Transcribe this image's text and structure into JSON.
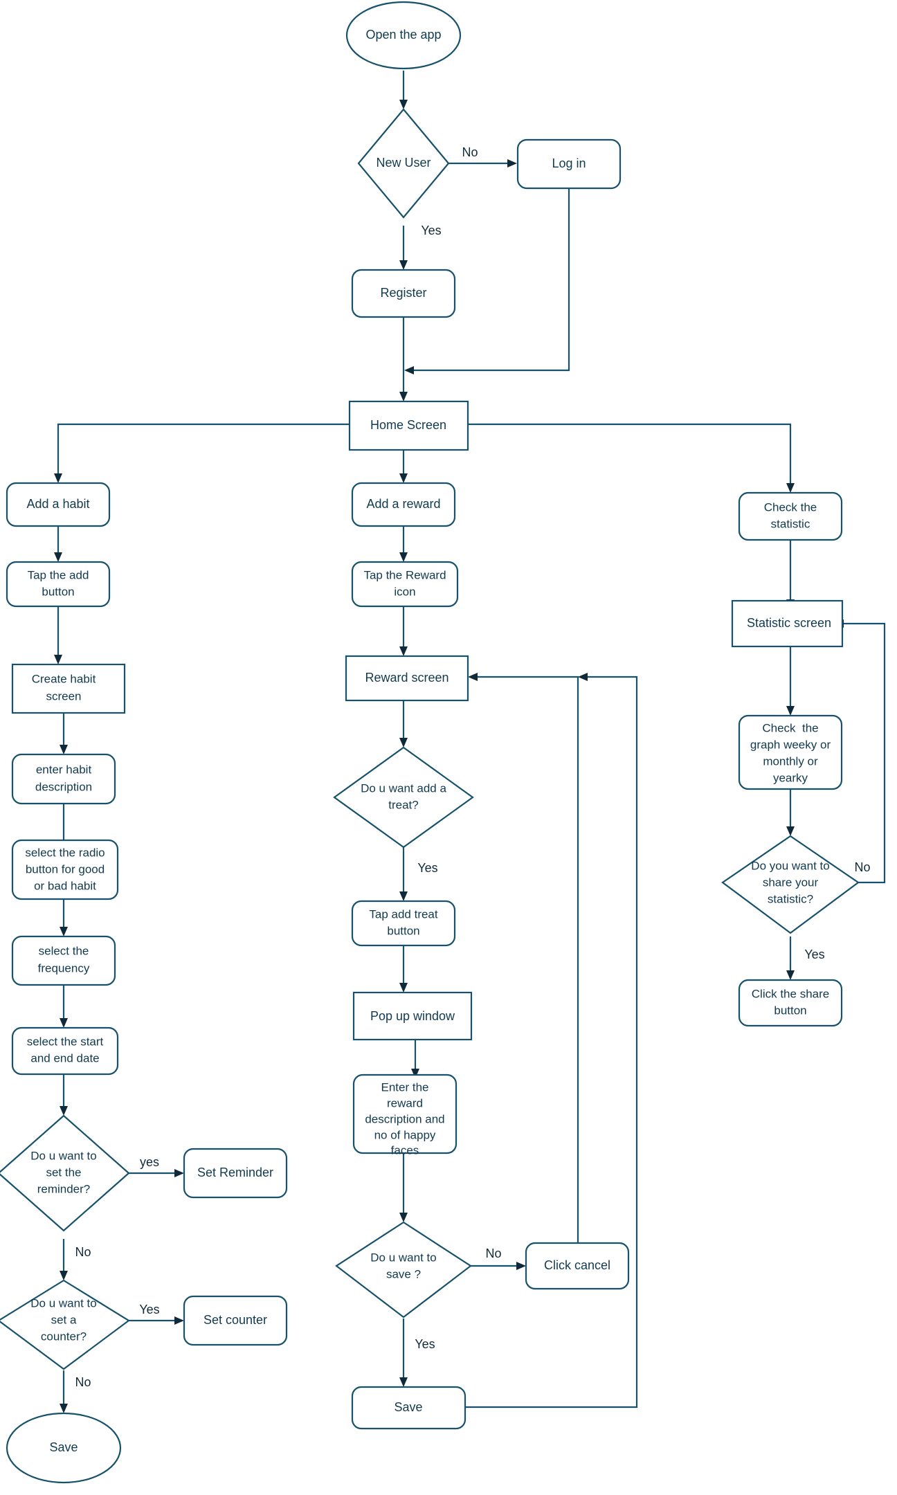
{
  "diagram": {
    "title": "Habit tracker app flowchart",
    "colors": {
      "stroke": "#16526b",
      "text": "#123a4f",
      "arrow": "#102a3a",
      "background": "#ffffff"
    },
    "nodes": {
      "open_app": {
        "label": "Open the app",
        "shape": "ellipse"
      },
      "new_user": {
        "label": "New User",
        "shape": "diamond"
      },
      "log_in": {
        "label": "Log in",
        "shape": "rounded-rect"
      },
      "register": {
        "label": "Register",
        "shape": "rounded-rect"
      },
      "home_screen": {
        "label": "Home Screen",
        "shape": "rect"
      },
      "add_habit": {
        "label": "Add a habit",
        "shape": "rounded-rect"
      },
      "tap_add_button_l1": {
        "label": "Tap the add",
        "shape": "rounded-rect"
      },
      "tap_add_button_l2": {
        "label": "button",
        "shape": "rounded-rect"
      },
      "create_habit_l1": {
        "label": "Create habit",
        "shape": "rect"
      },
      "create_habit_l2": {
        "label": "screen",
        "shape": "rect"
      },
      "enter_desc_l1": {
        "label": "enter habit",
        "shape": "rounded-rect"
      },
      "enter_desc_l2": {
        "label": "description",
        "shape": "rounded-rect"
      },
      "radio_l1": {
        "label": "select the radio",
        "shape": "rounded-rect"
      },
      "radio_l2": {
        "label": "button for good",
        "shape": "rounded-rect"
      },
      "radio_l3": {
        "label": "or bad habit",
        "shape": "rounded-rect"
      },
      "frequency_l1": {
        "label": "select the",
        "shape": "rounded-rect"
      },
      "frequency_l2": {
        "label": "frequency",
        "shape": "rounded-rect"
      },
      "dates_l1": {
        "label": "select the start",
        "shape": "rounded-rect"
      },
      "dates_l2": {
        "label": "and end date",
        "shape": "rounded-rect"
      },
      "reminder_q_l1": {
        "label": "Do u want to",
        "shape": "diamond"
      },
      "reminder_q_l2": {
        "label": "set the",
        "shape": "diamond"
      },
      "reminder_q_l3": {
        "label": "reminder?",
        "shape": "diamond"
      },
      "set_reminder": {
        "label": "Set Reminder",
        "shape": "rounded-rect"
      },
      "counter_q_l1": {
        "label": "Do u want to",
        "shape": "diamond"
      },
      "counter_q_l2": {
        "label": "set a",
        "shape": "diamond"
      },
      "counter_q_l3": {
        "label": "counter?",
        "shape": "diamond"
      },
      "set_counter": {
        "label": "Set counter",
        "shape": "rounded-rect"
      },
      "save_habit": {
        "label": "Save",
        "shape": "ellipse"
      },
      "add_reward": {
        "label": "Add a reward",
        "shape": "rounded-rect"
      },
      "tap_reward_icon_l1": {
        "label": "Tap the Reward",
        "shape": "rounded-rect"
      },
      "tap_reward_icon_l2": {
        "label": "icon",
        "shape": "rounded-rect"
      },
      "reward_screen": {
        "label": "Reward screen",
        "shape": "rect"
      },
      "treat_q_l1": {
        "label": "Do u want add a",
        "shape": "diamond"
      },
      "treat_q_l2": {
        "label": "treat?",
        "shape": "diamond"
      },
      "tap_add_treat_l1": {
        "label": "Tap add treat",
        "shape": "rounded-rect"
      },
      "tap_add_treat_l2": {
        "label": "button",
        "shape": "rounded-rect"
      },
      "popup_window": {
        "label": "Pop up window",
        "shape": "rect"
      },
      "enter_reward_l1": {
        "label": "Enter the",
        "shape": "rounded-rect"
      },
      "enter_reward_l2": {
        "label": "reward",
        "shape": "rounded-rect"
      },
      "enter_reward_l3": {
        "label": "description and",
        "shape": "rounded-rect"
      },
      "enter_reward_l4": {
        "label": "no of happy",
        "shape": "rounded-rect"
      },
      "enter_reward_l5": {
        "label": "faces",
        "shape": "rounded-rect"
      },
      "save_q_l1": {
        "label": "Do u want to",
        "shape": "diamond"
      },
      "save_q_l2": {
        "label": "save ?",
        "shape": "diamond"
      },
      "click_cancel": {
        "label": "Click cancel",
        "shape": "rounded-rect"
      },
      "save_reward": {
        "label": "Save",
        "shape": "rounded-rect"
      },
      "check_statistic_l1": {
        "label": "Check the",
        "shape": "rounded-rect"
      },
      "check_statistic_l2": {
        "label": "statistic",
        "shape": "rounded-rect"
      },
      "statistic_screen": {
        "label": "Statistic screen",
        "shape": "rect"
      },
      "check_graph_l1": {
        "label": "Check  the",
        "shape": "rounded-rect"
      },
      "check_graph_l2": {
        "label": "graph weeky or",
        "shape": "rounded-rect"
      },
      "check_graph_l3": {
        "label": "monthly or",
        "shape": "rounded-rect"
      },
      "check_graph_l4": {
        "label": "yearky",
        "shape": "rounded-rect"
      },
      "share_q_l1": {
        "label": "Do you want to",
        "shape": "diamond"
      },
      "share_q_l2": {
        "label": "share your",
        "shape": "diamond"
      },
      "share_q_l3": {
        "label": "statistic?",
        "shape": "diamond"
      },
      "click_share_l1": {
        "label": "Click the share",
        "shape": "rounded-rect"
      },
      "click_share_l2": {
        "label": "button",
        "shape": "rounded-rect"
      }
    },
    "edge_labels": {
      "new_user_no": "No",
      "new_user_yes": "Yes",
      "reminder_yes": "yes",
      "reminder_no": "No",
      "counter_yes": "Yes",
      "counter_no": "No",
      "treat_yes": "Yes",
      "save_no": "No",
      "save_yes": "Yes",
      "share_no": "No",
      "share_yes": "Yes"
    }
  }
}
